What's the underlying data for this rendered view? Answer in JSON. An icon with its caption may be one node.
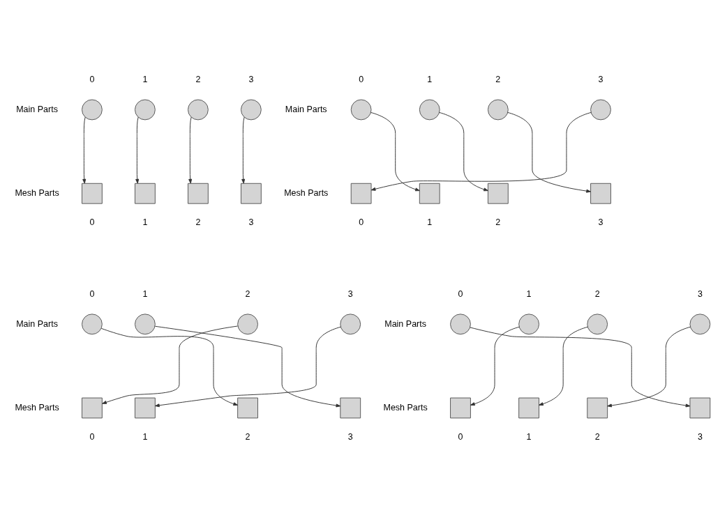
{
  "diagram": {
    "nodes": [
      {
        "text": [],
        "shape": "circle",
        "beside": [
          "0"
        ]
      },
      {
        "text": [],
        "shape": "circle",
        "beside": [
          "1"
        ]
      },
      {
        "text": [],
        "shape": "circle",
        "beside": [
          "2"
        ]
      },
      {
        "text": [],
        "shape": "circle",
        "beside": [
          "3"
        ]
      },
      {
        "text": [],
        "shape": "box",
        "beside": [
          "0"
        ]
      },
      {
        "text": [],
        "shape": "box",
        "beside": [
          "1"
        ]
      },
      {
        "text": [],
        "shape": "box",
        "beside": [
          "2"
        ]
      },
      {
        "text": [],
        "shape": "box",
        "beside": [
          "3"
        ]
      },
      {
        "text": [],
        "shape": "circle",
        "beside": [
          "0"
        ]
      },
      {
        "text": [],
        "shape": "circle",
        "beside": [
          "1"
        ]
      },
      {
        "text": [],
        "shape": "circle",
        "beside": [
          "2"
        ]
      },
      {
        "text": [],
        "shape": "circle",
        "beside": [
          "3"
        ]
      },
      {
        "text": [],
        "shape": "box",
        "beside": [
          "0"
        ]
      },
      {
        "text": [],
        "shape": "box",
        "beside": [
          "1"
        ]
      },
      {
        "text": [],
        "shape": "box",
        "beside": [
          "2"
        ]
      },
      {
        "text": [],
        "shape": "box",
        "beside": [
          "3"
        ]
      },
      {
        "text": [],
        "shape": "circle",
        "beside": [
          "0"
        ]
      },
      {
        "text": [],
        "shape": "circle",
        "beside": [
          "1"
        ]
      },
      {
        "text": [],
        "shape": "circle",
        "beside": [
          "2"
        ]
      },
      {
        "text": [],
        "shape": "circle",
        "beside": [
          "3"
        ]
      },
      {
        "text": [],
        "shape": "box",
        "beside": [
          "0"
        ]
      },
      {
        "text": [],
        "shape": "box",
        "beside": [
          "1"
        ]
      },
      {
        "text": [],
        "shape": "box",
        "beside": [
          "2"
        ]
      },
      {
        "text": [],
        "shape": "box",
        "beside": [
          "3"
        ]
      },
      {
        "text": [],
        "shape": "circle",
        "beside": [
          "0"
        ]
      },
      {
        "text": [],
        "shape": "circle",
        "beside": [
          "1"
        ]
      },
      {
        "text": [],
        "shape": "circle",
        "beside": [
          "2"
        ]
      },
      {
        "text": [],
        "shape": "circle",
        "beside": [
          "3"
        ]
      },
      {
        "text": [],
        "shape": "box",
        "beside": [
          "0"
        ]
      },
      {
        "text": [],
        "shape": "box",
        "beside": [
          "1"
        ]
      },
      {
        "text": [],
        "shape": "box",
        "beside": [
          "2"
        ]
      },
      {
        "text": [],
        "shape": "box",
        "beside": [
          "3"
        ]
      }
    ],
    "edges": [
      {
        "from": 0,
        "to": 4,
        "arrow": "to"
      },
      {
        "from": 1,
        "to": 5,
        "arrow": "to"
      },
      {
        "from": 2,
        "to": 6,
        "arrow": "to"
      },
      {
        "from": 3,
        "to": 7,
        "arrow": "to"
      },
      {
        "from": 8,
        "to": 13,
        "arrow": "to"
      },
      {
        "from": 9,
        "to": 14,
        "arrow": "to"
      },
      {
        "from": 10,
        "to": 15,
        "arrow": "to"
      },
      {
        "from": 11,
        "to": 12,
        "arrow": "to"
      },
      {
        "from": 16,
        "to": 22,
        "arrow": "to"
      },
      {
        "from": 17,
        "to": 23,
        "arrow": "to"
      },
      {
        "from": 18,
        "to": 20,
        "arrow": "to"
      },
      {
        "from": 19,
        "to": 21,
        "arrow": "to"
      },
      {
        "from": 24,
        "to": 31,
        "arrow": "to"
      },
      {
        "from": 25,
        "to": 28,
        "arrow": "to"
      },
      {
        "from": 26,
        "to": 29,
        "arrow": "to"
      },
      {
        "from": 27,
        "to": 30,
        "arrow": "to"
      }
    ],
    "labels": [
      "Main Parts",
      "Mesh Parts",
      "Main Parts",
      "Mesh Parts",
      "Main Parts",
      "Mesh Parts",
      "Main Parts",
      "Mesh Parts"
    ]
  }
}
